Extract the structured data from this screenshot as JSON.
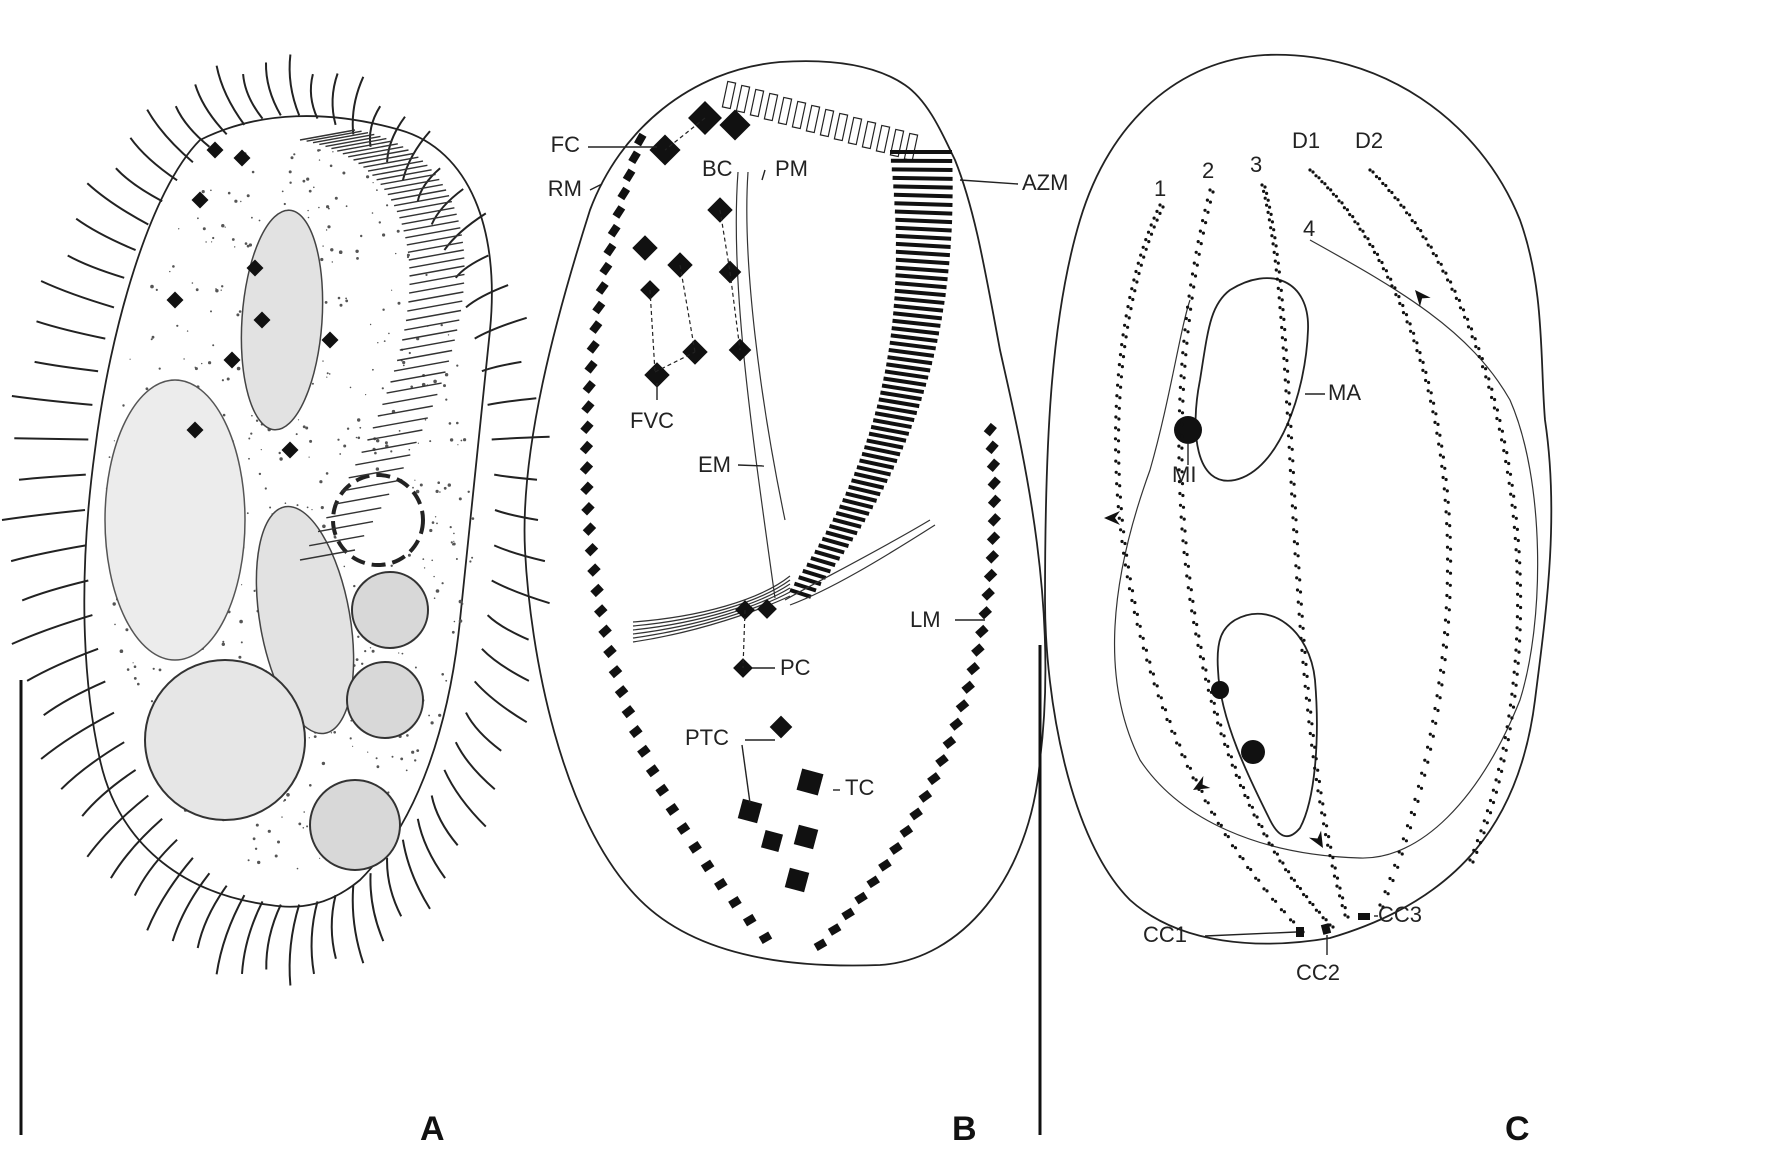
{
  "figure": {
    "panels": [
      {
        "id": "A",
        "label": "A"
      },
      {
        "id": "B",
        "label": "B"
      },
      {
        "id": "C",
        "label": "C"
      }
    ],
    "panel_b_labels": {
      "fc": "FC",
      "rm": "RM",
      "bc": "BC",
      "pm": "PM",
      "azm": "AZM",
      "fvc": "FVC",
      "em": "EM",
      "lm": "LM",
      "pc": "PC",
      "ptc": "PTC",
      "tc": "TC"
    },
    "panel_c_labels": {
      "k1": "1",
      "k2": "2",
      "k3": "3",
      "k4": "4",
      "d1": "D1",
      "d2": "D2",
      "ma": "MA",
      "mi": "MI",
      "cc1": "CC1",
      "cc2": "CC2",
      "cc3": "CC3"
    },
    "colors": {
      "ink": "#111111",
      "background": "#ffffff"
    }
  }
}
